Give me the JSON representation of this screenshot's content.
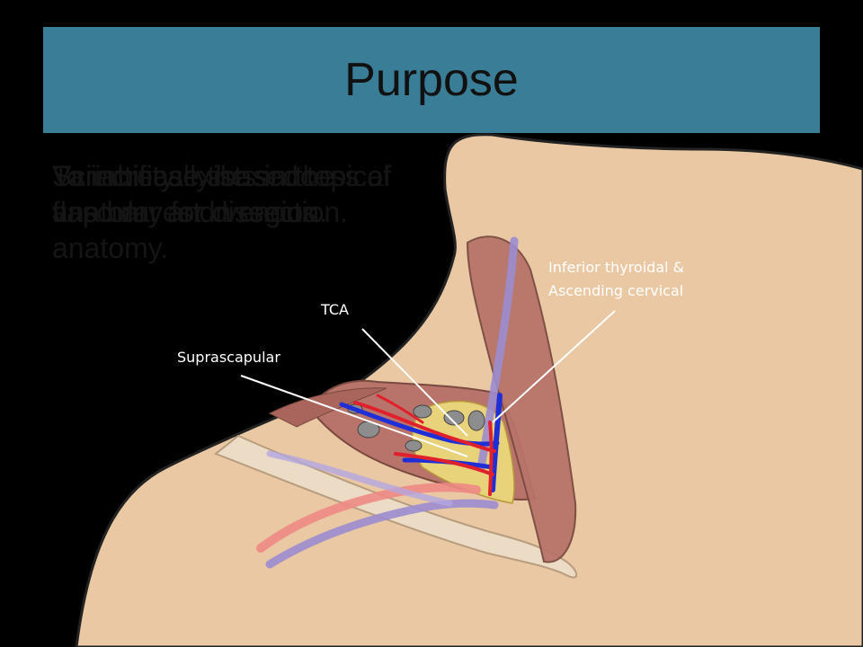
{
  "slide": {
    "title": "Purpose",
    "bullets": [
      "Variability exists in the vascular and venous anatomy.",
      "Scientifically-based topical anatomy for dissection.",
      "To increase the success of flap harvest in region."
    ]
  },
  "labels": {
    "inferior_thyroidal_line1": "Inferior thyroidal &",
    "inferior_thyroidal_line2": "Ascending cervical",
    "tca": "TCA",
    "suprascapular": "Suprascapular"
  },
  "colors": {
    "title_bar": "#3a7d96",
    "skin": "#e9c8a3",
    "artery": "#e0202a",
    "vein": "#1f2fd8",
    "muscle": "#b8736a"
  }
}
